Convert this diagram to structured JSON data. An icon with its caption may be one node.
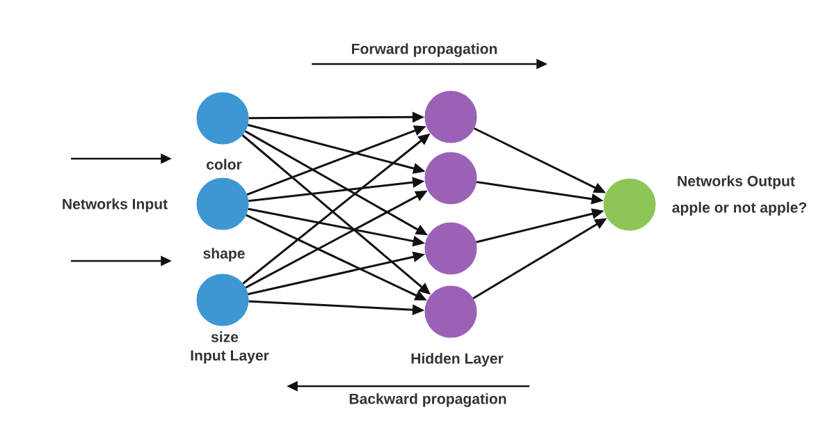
{
  "diagram": {
    "nodes": [
      {
        "text": [],
        "shape": "circle",
        "beside": [
          "color"
        ]
      },
      {
        "text": [],
        "shape": "circle",
        "beside": [
          "shape"
        ]
      },
      {
        "text": [],
        "shape": "circle",
        "beside": [
          "size"
        ]
      },
      {
        "text": [],
        "shape": "circle"
      },
      {
        "text": [],
        "shape": "circle"
      },
      {
        "text": [],
        "shape": "circle"
      },
      {
        "text": [],
        "shape": "circle"
      },
      {
        "text": [],
        "shape": "circle",
        "beside": [
          "Networks Output",
          "apple or not apple?"
        ]
      }
    ],
    "edges": [
      {
        "from": 0,
        "to": 3,
        "arrow": "to"
      },
      {
        "from": 0,
        "to": 4,
        "arrow": "to"
      },
      {
        "from": 0,
        "to": 5,
        "arrow": "to"
      },
      {
        "from": 0,
        "to": 6,
        "arrow": "to"
      },
      {
        "from": 1,
        "to": 3,
        "arrow": "to"
      },
      {
        "from": 1,
        "to": 4,
        "arrow": "to"
      },
      {
        "from": 1,
        "to": 5,
        "arrow": "to"
      },
      {
        "from": 1,
        "to": 6,
        "arrow": "to"
      },
      {
        "from": 2,
        "to": 3,
        "arrow": "to"
      },
      {
        "from": 2,
        "to": 4,
        "arrow": "to"
      },
      {
        "from": 2,
        "to": 5,
        "arrow": "to"
      },
      {
        "from": 2,
        "to": 6,
        "arrow": "to"
      },
      {
        "from": 3,
        "to": 7,
        "arrow": "to"
      },
      {
        "from": 4,
        "to": 7,
        "arrow": "to"
      },
      {
        "from": 5,
        "to": 7,
        "arrow": "to"
      },
      {
        "from": 6,
        "to": 7,
        "arrow": "to"
      }
    ],
    "labels": [
      "Forward propagation",
      "Networks Input",
      "Input Layer",
      "Hidden Layer",
      "Backward propagation"
    ]
  }
}
